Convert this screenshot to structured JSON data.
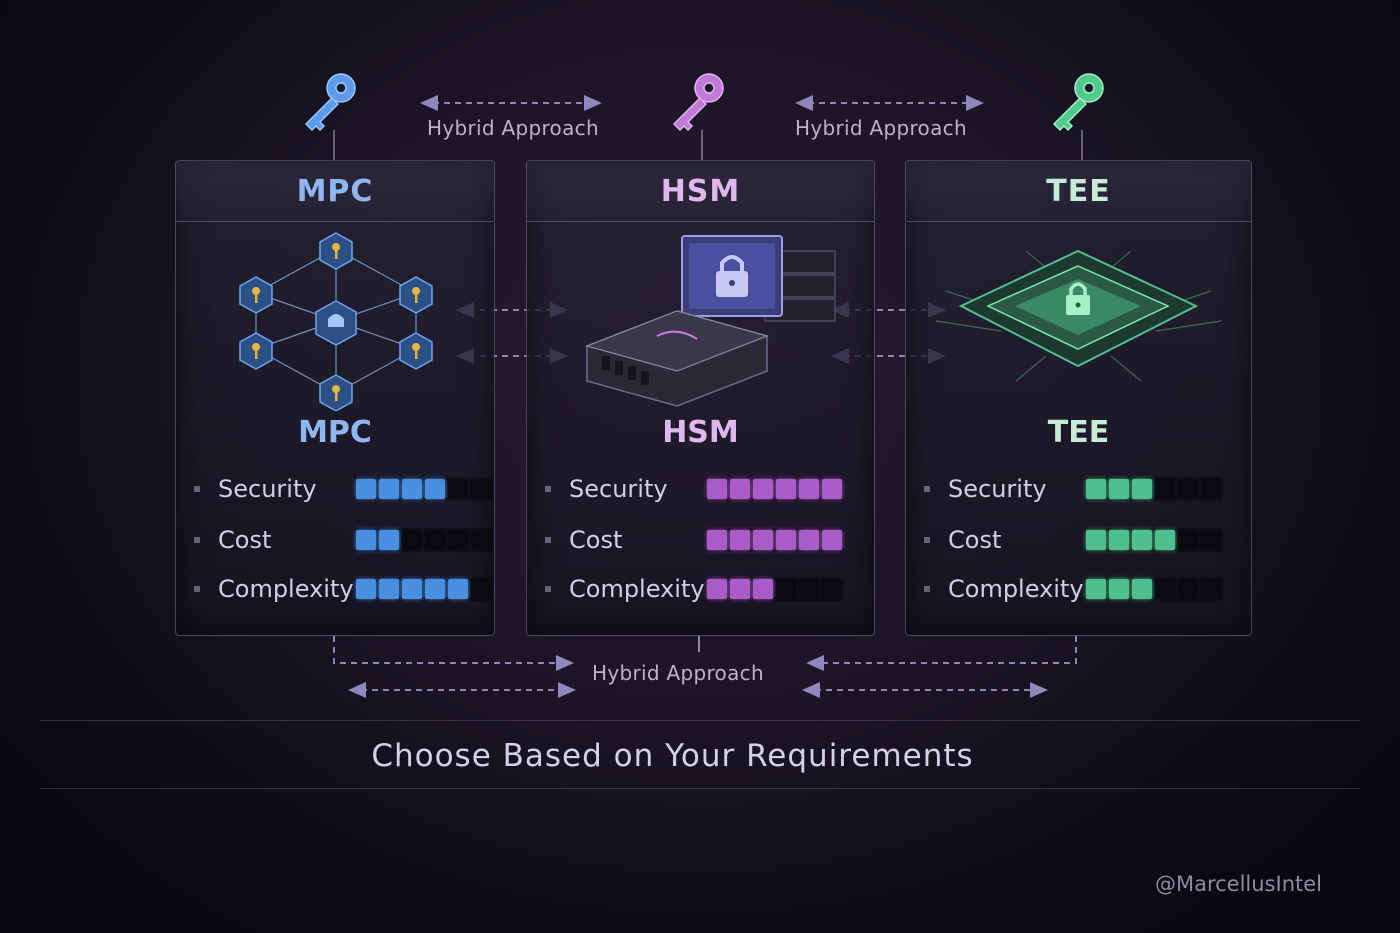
{
  "colors": {
    "mpc": "#4a8ee0",
    "hsm": "#a95cc8",
    "tee": "#4fc08d",
    "arrow": "#8f86b8"
  },
  "hybrid": {
    "top_left": "Hybrid Approach",
    "top_right": "Hybrid Approach",
    "bottom": "Hybrid Approach"
  },
  "panels": [
    {
      "id": "mpc",
      "title": "MPC",
      "subtitle": "MPC",
      "icon": "key-network-icon",
      "metrics": [
        {
          "label": "Security",
          "level": 4,
          "max": 6
        },
        {
          "label": "Cost",
          "level": 2,
          "max": 6
        },
        {
          "label": "Complexity",
          "level": 5,
          "max": 6
        }
      ]
    },
    {
      "id": "hsm",
      "title": "HSM",
      "subtitle": "HSM",
      "icon": "hardware-security-module-icon",
      "metrics": [
        {
          "label": "Security",
          "level": 6,
          "max": 6
        },
        {
          "label": "Cost",
          "level": 6,
          "max": 6
        },
        {
          "label": "Complexity",
          "level": 3,
          "max": 6
        }
      ]
    },
    {
      "id": "tee",
      "title": "TEE",
      "subtitle": "TEE",
      "icon": "secure-chip-icon",
      "metrics": [
        {
          "label": "Security",
          "level": 3,
          "max": 6
        },
        {
          "label": "Cost",
          "level": 4,
          "max": 6
        },
        {
          "label": "Complexity",
          "level": 3,
          "max": 6
        }
      ]
    }
  ],
  "footer": {
    "title": "Choose Based on Your Requirements"
  },
  "watermark": "@MarcellusIntel"
}
